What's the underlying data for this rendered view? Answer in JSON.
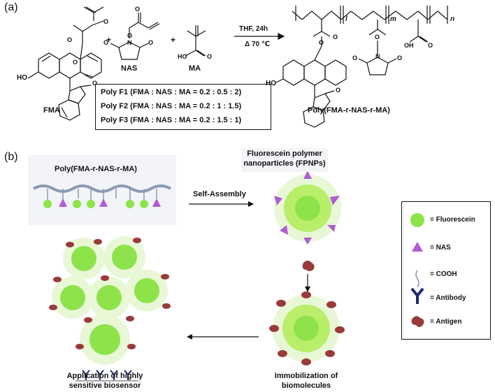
{
  "panel_a": {
    "label": "(a)",
    "monomers": {
      "fma": "FMA",
      "nas": "NAS",
      "ma": "MA"
    },
    "plus": "+",
    "reaction_conditions": {
      "top": "THF, 24h",
      "bottom": "Δ 70 ℃"
    },
    "polymer_name": "Poly(FMA-r-NAS-r-MA)",
    "subscripts": {
      "l": "l",
      "m": "m",
      "n": "n"
    },
    "atoms": {
      "ho": "HO",
      "oh": "OH",
      "o": "O",
      "n": "N"
    },
    "ratios": [
      "Poly F1 (FMA : NAS : MA = 0.2 : 0.5 : 2)",
      "Poly F2 (FMA : NAS : MA = 0.2 : 1 : 1.5)",
      "Poly F3 (FMA : NAS : MA = 0.2 : 1.5 : 1)"
    ]
  },
  "panel_b": {
    "label": "(b)",
    "polymer_chain_title": "Poly(FMA-r-NAS-r-MA)",
    "self_assembly": "Self-Assembly",
    "fpnp_title_1": "Fluorescein polymer",
    "fpnp_title_2": "nanoparticles (FPNPs)",
    "immobilization_1": "Immobilization of",
    "immobilization_2": "biomolecules",
    "application_1": "Application of highly",
    "application_2": "sensitive biosensor",
    "legend": [
      {
        "label": "= Fluorescein",
        "icon": "fluorescein-circle-icon"
      },
      {
        "label": "= NAS",
        "icon": "nas-triangle-icon"
      },
      {
        "label": "= COOH",
        "icon": "cooh-squiggle-icon"
      },
      {
        "label": "= Antibody",
        "icon": "antibody-y-icon"
      },
      {
        "label": "= Antigen",
        "icon": "antigen-blob-icon"
      }
    ]
  },
  "colors": {
    "fluorescein": "#8ee34a",
    "nas": "#b05cd6",
    "antibody": "#1b2a6e",
    "antigen": "#9a3a3a",
    "chain": "#8a9ab5"
  }
}
